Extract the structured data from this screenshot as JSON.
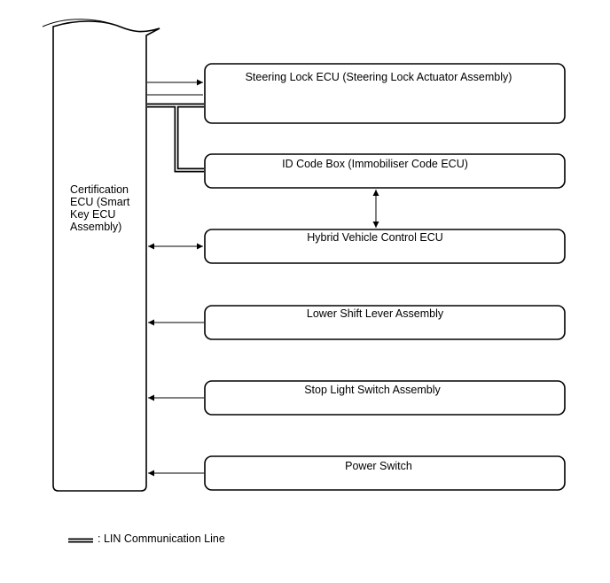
{
  "certification_ecu": {
    "lines": [
      "Certification",
      "ECU (Smart",
      "Key ECU",
      "Assembly)"
    ]
  },
  "components": {
    "steering_lock": "Steering Lock ECU (Steering Lock Actuator Assembly)",
    "id_code_box": "ID Code Box (Immobiliser Code ECU)",
    "hybrid_ecu": "Hybrid Vehicle Control ECU",
    "shift_lever": "Lower Shift Lever Assembly",
    "stop_light": "Stop Light Switch Assembly",
    "power_switch": "Power Switch"
  },
  "legend": {
    "label": ": LIN Communication Line"
  }
}
